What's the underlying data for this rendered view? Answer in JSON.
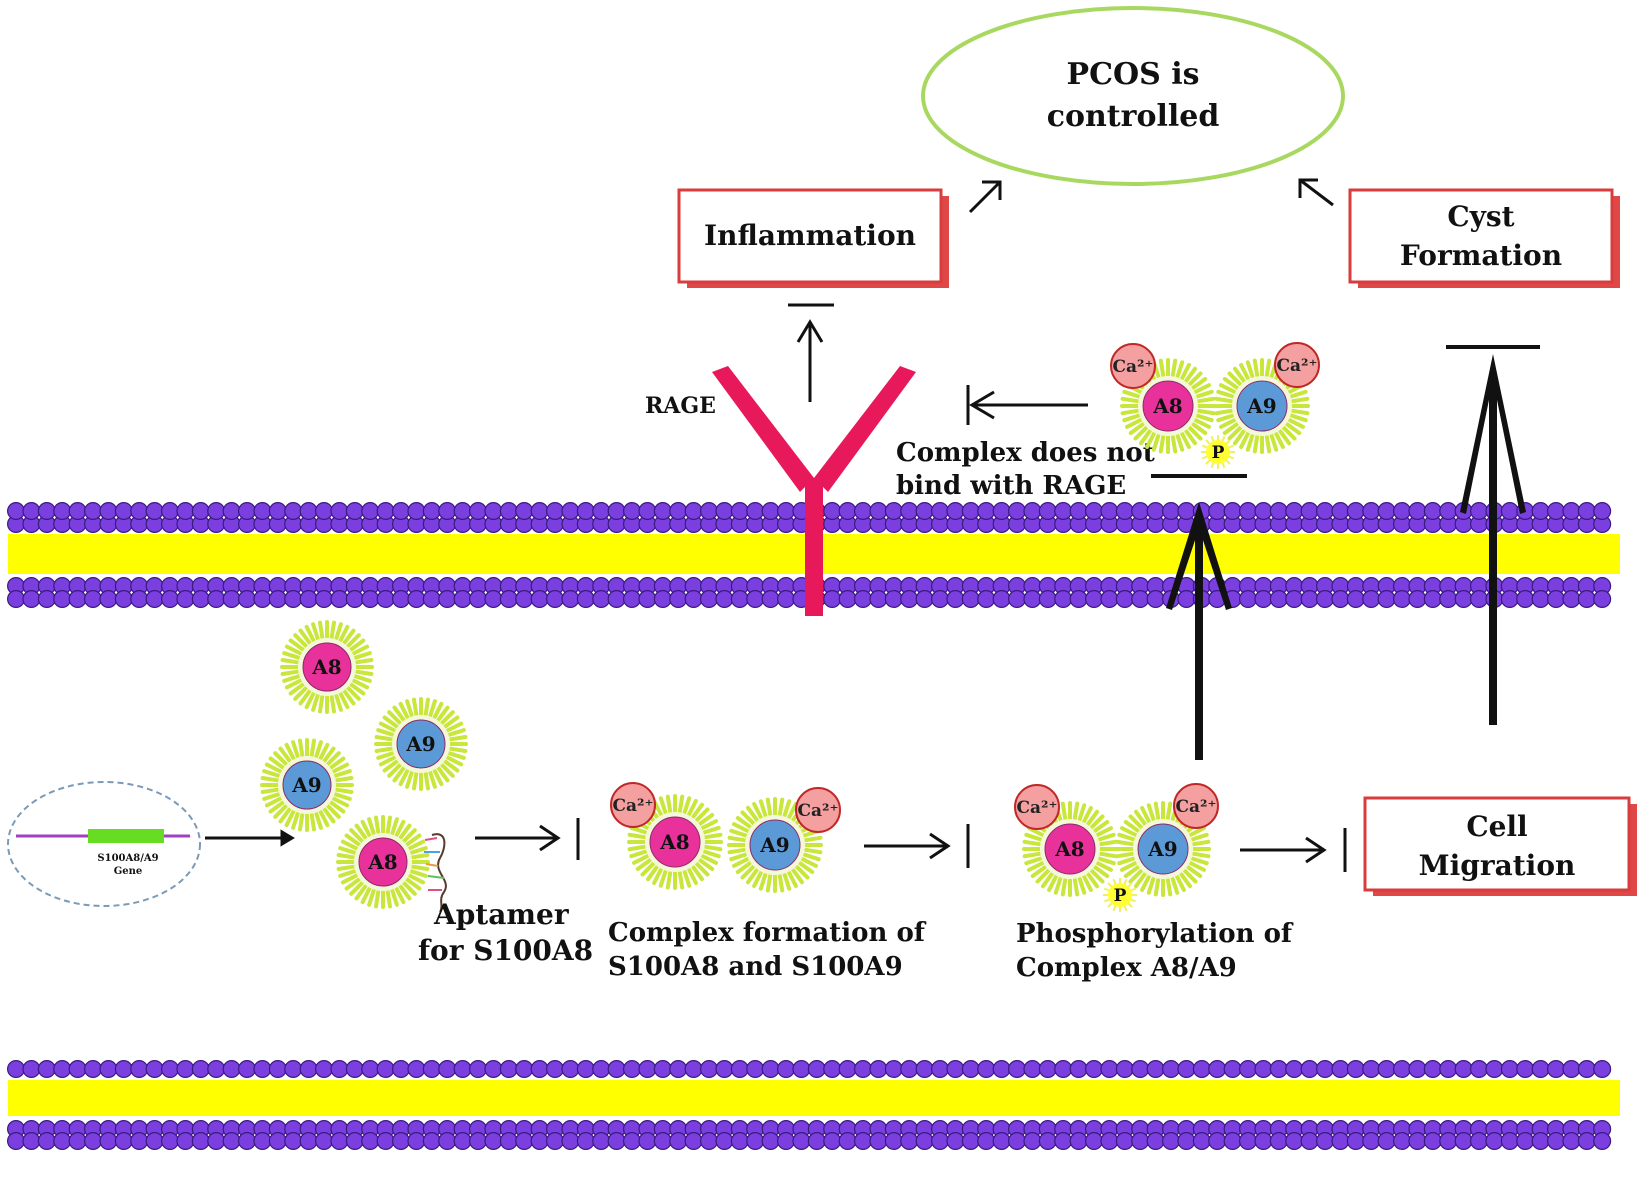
{
  "outcome": {
    "line1": "PCOS is",
    "line2": "controlled"
  },
  "boxes": {
    "inflammation": "Inflammation",
    "cyst_line1": "Cyst",
    "cyst_line2": "Formation",
    "migration_line1": "Cell",
    "migration_line2": "Migration"
  },
  "labels": {
    "rage": "RAGE",
    "no_bind_line1": "Complex does not",
    "no_bind_line2": "bind with RAGE",
    "aptamer_line1": "Aptamer",
    "aptamer_line2": "for S100A8",
    "complex_line1": "Complex formation of",
    "complex_line2": "S100A8 and S100A9",
    "phospho_line1": "Phosphorylation of",
    "phospho_line2": "Complex A8/A9",
    "gene_line1": "S100A8/A9",
    "gene_line2": "Gene"
  },
  "molecules": {
    "a8": "A8",
    "a9": "A9",
    "calcium": "Ca²⁺",
    "phosphate": "P"
  },
  "colors": {
    "membrane_head": "#7b3fe0",
    "membrane_core": "#ffff00",
    "rage_receptor": "#e8195a",
    "a8_protein": "#e8319a",
    "a9_protein": "#5b9ad6",
    "calcium_ion": "#f5a0a0",
    "phosphate": "#ffff33",
    "halo": "#c8e63c",
    "box_shadow": "#e04848",
    "ellipse": "#a8d860",
    "gene_bar": "#66dd22",
    "gene_line": "#a040c0"
  },
  "icons": {
    "rage": "y-shaped-receptor",
    "membrane": "lipid-bilayer",
    "arrows": "activation-and-inhibition-arrows"
  }
}
